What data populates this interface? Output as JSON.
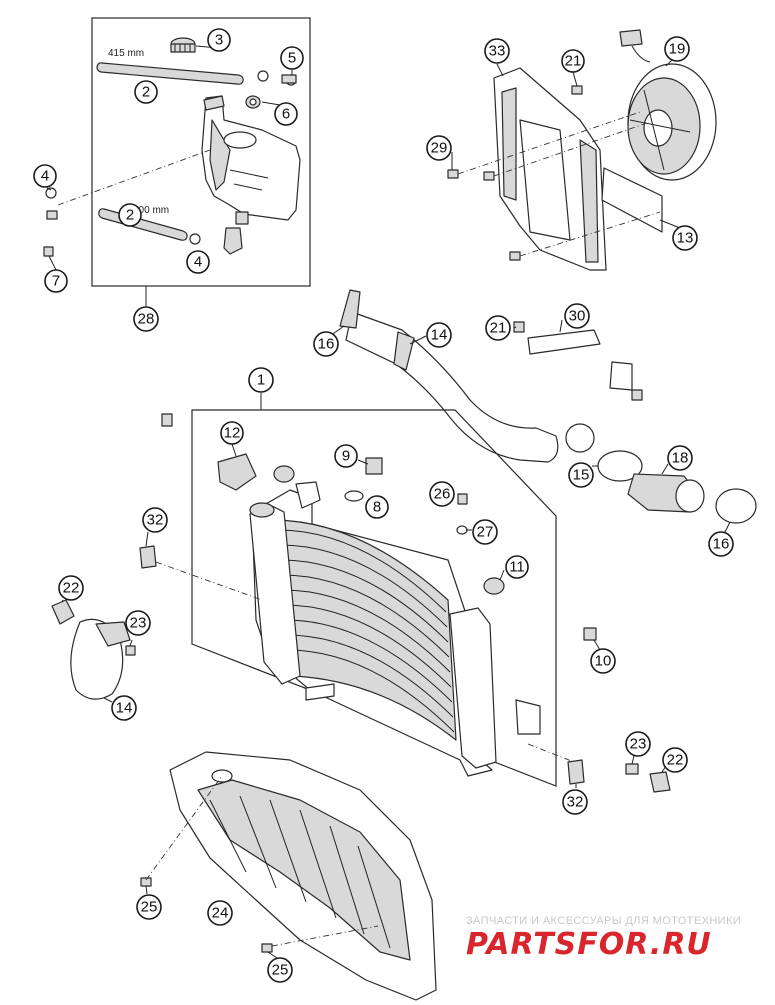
{
  "dimensions": {
    "hose_long": "415 mm",
    "hose_short": "200 mm"
  },
  "callouts": [
    {
      "id": "c3",
      "label": "3"
    },
    {
      "id": "c2a",
      "label": "2"
    },
    {
      "id": "c5",
      "label": "5"
    },
    {
      "id": "c6",
      "label": "6"
    },
    {
      "id": "c4a",
      "label": "4"
    },
    {
      "id": "c2b",
      "label": "2"
    },
    {
      "id": "c4b",
      "label": "4"
    },
    {
      "id": "c7",
      "label": "7"
    },
    {
      "id": "c28",
      "label": "28"
    },
    {
      "id": "c33",
      "label": "33"
    },
    {
      "id": "c21a",
      "label": "21"
    },
    {
      "id": "c19",
      "label": "19"
    },
    {
      "id": "c29",
      "label": "29"
    },
    {
      "id": "c13",
      "label": "13"
    },
    {
      "id": "c16a",
      "label": "16"
    },
    {
      "id": "c14a",
      "label": "14"
    },
    {
      "id": "c21b",
      "label": "21"
    },
    {
      "id": "c30",
      "label": "30"
    },
    {
      "id": "c1",
      "label": "1"
    },
    {
      "id": "c12",
      "label": "12"
    },
    {
      "id": "c9",
      "label": "9"
    },
    {
      "id": "c8",
      "label": "8"
    },
    {
      "id": "c26",
      "label": "26"
    },
    {
      "id": "c27",
      "label": "27"
    },
    {
      "id": "c11",
      "label": "11"
    },
    {
      "id": "c15",
      "label": "15"
    },
    {
      "id": "c18",
      "label": "18"
    },
    {
      "id": "c16b",
      "label": "16"
    },
    {
      "id": "c32a",
      "label": "32"
    },
    {
      "id": "c22a",
      "label": "22"
    },
    {
      "id": "c23a",
      "label": "23"
    },
    {
      "id": "c14b",
      "label": "14"
    },
    {
      "id": "c10",
      "label": "10"
    },
    {
      "id": "c23b",
      "label": "23"
    },
    {
      "id": "c22b",
      "label": "22"
    },
    {
      "id": "c32b",
      "label": "32"
    },
    {
      "id": "c25a",
      "label": "25"
    },
    {
      "id": "c24",
      "label": "24"
    },
    {
      "id": "c25b",
      "label": "25"
    }
  ],
  "watermark": {
    "tagline": "ЗАПЧАСТИ И АКСЕССУАРЫ ДЛЯ МОТОТЕХНИКИ",
    "logo": "PARTSFOR.RU",
    "logo_color": "#d9262c"
  },
  "colors": {
    "line": "#2a2a2a",
    "fill_light": "#d9d9d9",
    "fill_dark": "#8c8c8c"
  }
}
